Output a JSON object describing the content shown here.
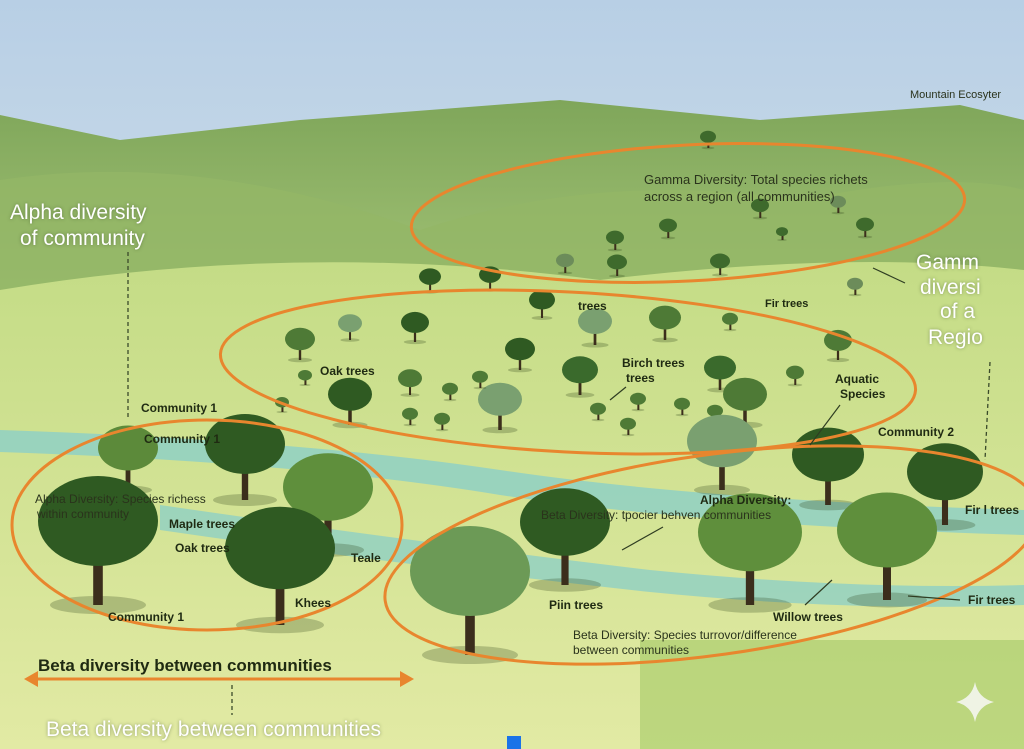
{
  "title_corner": "Mountain Ecosyter",
  "alpha_heading": [
    "Alpha diversity",
    "of community"
  ],
  "gamma_heading": [
    "Gamm",
    "diversi",
    "of a",
    "Regio"
  ],
  "gamma_ellipse_text": [
    "Gamma Diversity: Total species richets",
    "across a region (all communities)"
  ],
  "middle_labels": {
    "trees": "trees",
    "fir_trees": "Fir trees",
    "oak_trees": "Oak trees",
    "birch": "Birch trees",
    "birch2": "trees",
    "aquatic": "Aquatic",
    "species": "Species"
  },
  "community_labels": {
    "c1_top": "Community 1",
    "c1_mid": "Community 1",
    "c1_bottom": "Community 1",
    "c2": "Community 2"
  },
  "left_labels": {
    "alpha_desc": [
      "Alpha Diversity: Species richess",
      "within community"
    ],
    "maple": "Maple trees",
    "oak": "Oak trees",
    "teale": "Teale",
    "khees": "Khees"
  },
  "right_labels": {
    "alpha_div": "Alpha Diversity:",
    "beta_short": "Beta Diversity: tpocier behven communities",
    "fir1": "Fir l trees",
    "pin": "Piin trees",
    "willow": "Willow trees",
    "fir2": "Fir trees",
    "beta_long": [
      "Beta Diversity: Species turrovor/difference",
      "between communities"
    ]
  },
  "beta_arrow_label": "Beta diversity between communities",
  "beta_footer": "Beta diversity between communities",
  "colors": {
    "ellipse": "#e8862e",
    "river": "#8fd0c4",
    "sky": "#bcd3e6",
    "hill": "#7fa65a"
  }
}
